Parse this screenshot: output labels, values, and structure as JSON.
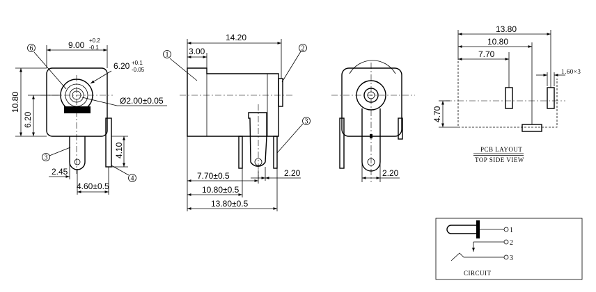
{
  "front_view": {
    "width_dim": "9.00",
    "width_tol_upper": "+0.2",
    "width_tol_lower": "-0.1",
    "hole_dim": "6.20",
    "hole_tol_upper": "+0.1",
    "hole_tol_lower": "-0.05",
    "height_dim": "10.80",
    "center_height_dim": "6.20",
    "pin_dim": "Ø2.00±0.05",
    "pin_offset_dim": "2.45",
    "pitch_dim": "4.60±0.5",
    "pin_height_dim": "4.10",
    "callouts": [
      "6",
      "3",
      "4"
    ]
  },
  "side_view": {
    "length_dim": "14.20",
    "front_dim": "3.00",
    "dim_1": "7.70±0.5",
    "dim_2": "10.80±0.5",
    "dim_3": "13.80±0.5",
    "pin_width_dim": "2.20",
    "callouts": [
      "1",
      "2",
      "3"
    ]
  },
  "rear_view": {
    "pin_width_dim": "2.20"
  },
  "pcb_layout": {
    "dim_overall": "13.80",
    "dim_mid": "10.80",
    "dim_near": "7.70",
    "dim_height": "4.70",
    "slot_dim": "1.60×3",
    "title_line_1": "PCB LAYOUT",
    "title_line_2": "TOP SIDE VIEW"
  },
  "circuit": {
    "pins": [
      "1",
      "2",
      "3"
    ],
    "label": "CIRCUIT"
  }
}
